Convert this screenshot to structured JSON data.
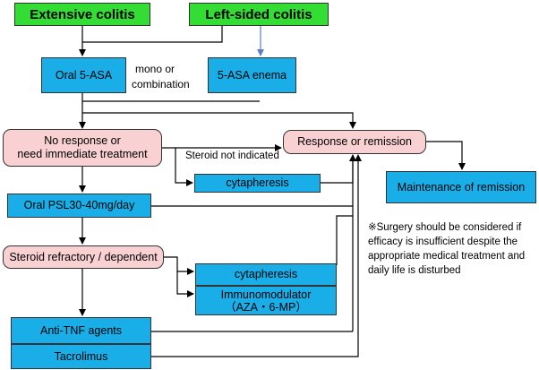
{
  "boxes": {
    "extensive": "Extensive colitis",
    "left_sided": "Left-sided colitis",
    "oral_5asa": "Oral 5-ASA",
    "enema": "5-ASA enema",
    "no_response_1": "No response or",
    "no_response_2": "need immediate treatment",
    "response": "Response or remission",
    "maintenance": "Maintenance of remission",
    "cytapheresis_1": "cytapheresis",
    "oral_psl": "Oral PSL30-40mg/day",
    "steroid_refractory": "Steroid refractory / dependent",
    "cytapheresis_2": "cytapheresis",
    "immunomodulator_1": "Immunomodulator",
    "immunomodulator_2": "（AZA・6-MP）",
    "anti_tnf": "Anti-TNF agents",
    "tacrolimus": "Tacrolimus"
  },
  "labels": {
    "mono_1": "mono or",
    "mono_2": "combination",
    "steroid_not_indicated": "Steroid not indicated"
  },
  "note_lines": [
    "※Surgery should be considered if",
    "efficacy is insufficient despite the",
    "appropriate medical treatment and",
    "daily life is disturbed"
  ],
  "colors": {
    "green": "#33dd33",
    "blue": "#19aee8",
    "pink": "#f9d1d2",
    "enema_arrow": "#5b7fc0"
  }
}
